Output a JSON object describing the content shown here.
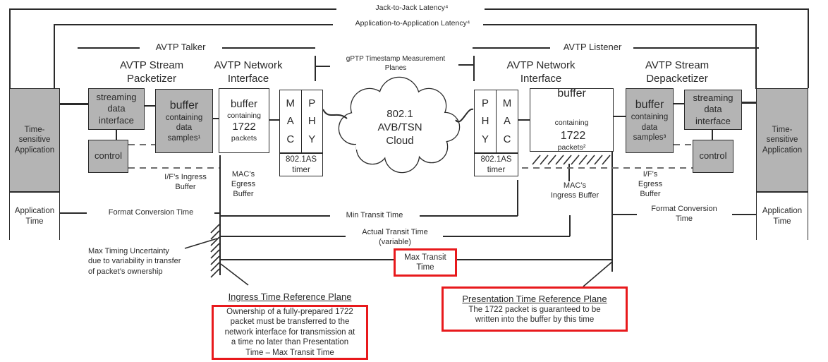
{
  "colors": {
    "box_gray": "#b4b4b4",
    "accent_red": "#e8191c"
  },
  "latency": {
    "jack": "Jack-to-Jack Latency⁴",
    "app": "Application-to-Application Latency⁴"
  },
  "braces": {
    "talker": "AVTP Talker",
    "listener": "AVTP Listener"
  },
  "gptp": "gPTP Timestamp Measurement\nPlanes",
  "titles": {
    "packetizer": "AVTP Stream Packetizer",
    "talker_ni": "AVTP Network Interface",
    "listener_ni": "AVTP Network Interface",
    "depacketizer": "AVTP Stream Depacketizer"
  },
  "endpoints": {
    "left_app": "Time-\nsensitive\nApplication",
    "left_time": "Application\nTime",
    "right_app": "Time-\nsensitive\nApplication",
    "right_time": "Application\nTime"
  },
  "talker": {
    "sdi": "streaming\ndata\ninterface",
    "control": "control",
    "sample_buffer_title": "buffer",
    "sample_buffer_sub": "containing\ndata\nsamples¹",
    "packet_buffer_title": "buffer",
    "packet_buffer_l2": "containing",
    "packet_buffer_l3": "1722",
    "packet_buffer_l4": "packets",
    "mac": "M\nA\nC",
    "phy": "P\nH\nY",
    "timer": "802.1AS\ntimer"
  },
  "cloud": "802.1\nAVB/TSN\nCloud",
  "listener": {
    "phy": "P\nH\nY",
    "mac": "M\nA\nC",
    "timer": "802.1AS\ntimer",
    "packet_buffer_title": "buffer",
    "packet_buffer_sub_small": "containing",
    "packet_buffer_sub_big": "1722",
    "packet_buffer_l3": "packets²",
    "sample_buffer_title": "buffer",
    "sample_buffer_sub": "containing\ndata\nsamples³",
    "sdi": "streaming\ndata\ninterface",
    "control": "control"
  },
  "measurements": {
    "format_conversion_left": "Format Conversion Time",
    "min_transit": "Min Transit Time",
    "actual_transit": "Actual Transit Time\n(variable)",
    "max_transit": "Max Transit\nTime",
    "format_conversion_right": "Format Conversion\nTime",
    "ifs_ingress": "I/F’s Ingress\nBuffer",
    "macs_egress": "MAC’s\nEgress\nBuffer",
    "macs_ingress": "MAC’s\nIngress Buffer",
    "ifs_egress": "I/F’s\nEgress\nBuffer",
    "uncertainty": "Max Timing Uncertainty\ndue to variability in transfer\nof packet’s ownership"
  },
  "planes": {
    "ingress_title": "Ingress Time Reference Plane",
    "ingress_body": "Ownership of a fully-prepared 1722\npacket must be transferred to the\nnetwork interface for transmission at\na time no later than Presentation\nTime – Max Transit Time",
    "presentation_title": "Presentation Time Reference Plane",
    "presentation_body": "The 1722 packet is guaranteed to be\nwritten into the buffer by this time"
  }
}
